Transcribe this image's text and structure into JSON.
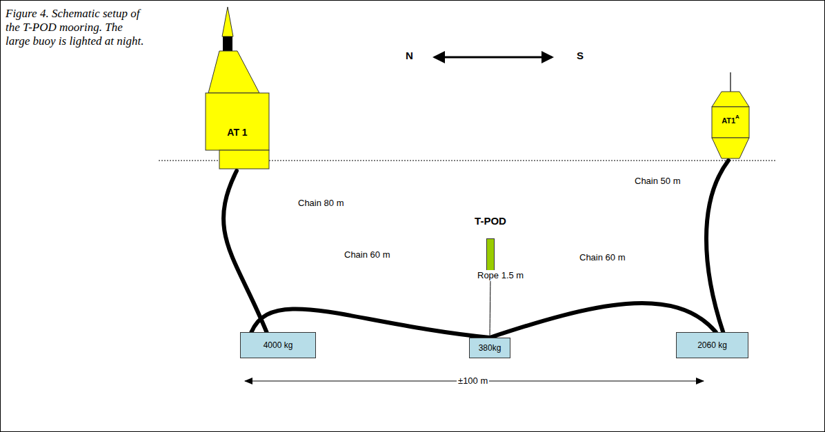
{
  "diagram": {
    "caption": "Figure 4. Schematic setup of the T-POD mooring. The large buoy is lighted at night.",
    "nodes": [
      {
        "text": [
          "AT 1"
        ]
      },
      {
        "text": [
          "AT1",
          "A"
        ]
      },
      {
        "text": [
          "T-POD"
        ]
      },
      {
        "text": [
          "4000 kg"
        ]
      },
      {
        "text": [
          "380kg"
        ]
      },
      {
        "text": [
          "2060 kg"
        ]
      }
    ],
    "edges": [
      {
        "from": 0,
        "to": 3,
        "arrow": "none",
        "label": "Chain 80 m"
      },
      {
        "from": 3,
        "to": 4,
        "arrow": "none",
        "label": "Chain 60 m"
      },
      {
        "from": 2,
        "to": 4,
        "arrow": "none",
        "label": "Rope 1.5 m"
      },
      {
        "from": 4,
        "to": 5,
        "arrow": "none",
        "label": "Chain 60 m"
      },
      {
        "from": 1,
        "to": 5,
        "arrow": "none",
        "label": "Chain 50 m"
      }
    ],
    "labels": [
      "N",
      "S",
      "±100 m"
    ]
  }
}
